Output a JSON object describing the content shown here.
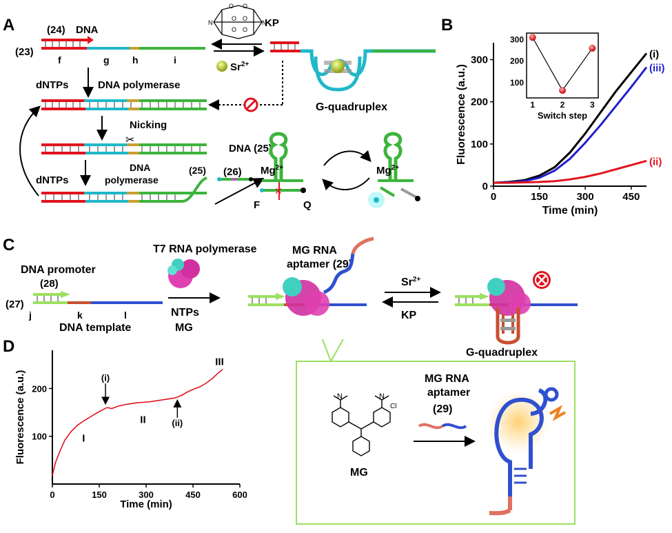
{
  "panels": {
    "A": "A",
    "B": "B",
    "C": "C",
    "D": "D"
  },
  "panel_a": {
    "num_24": "(24)",
    "dna": "DNA",
    "num_23": "(23)",
    "seg_f": "f",
    "seg_g": "g",
    "seg_h": "h",
    "seg_i": "i",
    "kp": "KP",
    "sr": "Sr",
    "sr_sup": "2+",
    "dntps_1": "dNTPs",
    "dna_polymerase_1": "DNA polymerase",
    "g_quadruplex": "G-quadruplex",
    "nicking": "Nicking",
    "dntps_2": "dNTPs",
    "dna_pol_2a": "DNA",
    "dna_pol_2b": "polymerase",
    "num_25a": "(25)",
    "dna_25": "DNA (25)",
    "num_26": "(26)",
    "mg": "Mg",
    "mg_sup": "2+",
    "f": "F",
    "q": "Q",
    "crown_o": "O",
    "crown_n": "N"
  },
  "panel_c": {
    "t7": "T7 RNA polymerase",
    "dna_promoter": "DNA promoter",
    "num_28": "(28)",
    "num_27": "(27)",
    "seg_j": "j",
    "seg_k": "k",
    "seg_l": "l",
    "dna_template": "DNA template",
    "ntps": "NTPs",
    "mg": "MG",
    "aptamer_1": "MG RNA",
    "aptamer_2": "aptamer (29)",
    "sr": "Sr",
    "sr_sup": "2+",
    "kp": "KP",
    "g_quadruplex": "G-quadruplex",
    "inset_aptamer_1": "MG RNA",
    "inset_aptamer_2": "aptamer",
    "inset_num": "(29)",
    "mg_label": "MG",
    "cl": "Cl",
    "n_plus": "N"
  },
  "chart_data": [
    {
      "type": "line",
      "panel": "B",
      "xlabel": "Time (min)",
      "ylabel": "Fluorescence (a.u.)",
      "xlim": [
        0,
        500
      ],
      "ylim": [
        0,
        340
      ],
      "xticks": [
        0,
        150,
        300,
        450
      ],
      "yticks": [
        0,
        100,
        200,
        300
      ],
      "series": [
        {
          "name": "(i)",
          "color": "#000000",
          "x": [
            0,
            50,
            100,
            150,
            200,
            250,
            300,
            350,
            400,
            450,
            500
          ],
          "y": [
            8,
            10,
            14,
            25,
            45,
            80,
            125,
            175,
            225,
            270,
            315
          ]
        },
        {
          "name": "(iii)",
          "color": "#1f1fcc",
          "x": [
            0,
            50,
            100,
            150,
            200,
            250,
            300,
            350,
            400,
            450,
            500
          ],
          "y": [
            8,
            9,
            12,
            20,
            37,
            65,
            103,
            145,
            190,
            235,
            282
          ]
        },
        {
          "name": "(ii)",
          "color": "#e0141e",
          "x": [
            0,
            50,
            100,
            150,
            200,
            250,
            300,
            350,
            400,
            450,
            500
          ],
          "y": [
            8,
            8,
            9,
            10,
            12,
            16,
            22,
            30,
            40,
            50,
            60
          ]
        }
      ],
      "inset": {
        "type": "scatter",
        "xlabel": "Switch step",
        "xticks": [
          1,
          2,
          3
        ],
        "yticks": [
          100,
          200,
          300
        ],
        "ylim": [
          30,
          330
        ],
        "x": [
          1,
          2,
          3
        ],
        "y": [
          310,
          65,
          260
        ],
        "color": "#e0141e"
      }
    },
    {
      "type": "line",
      "panel": "D",
      "xlabel": "Time (min)",
      "ylabel": "Fluorescence (a.u.)",
      "xlim": [
        0,
        600
      ],
      "ylim": [
        0,
        280
      ],
      "xticks": [
        0,
        150,
        300,
        450,
        600
      ],
      "yticks": [
        100,
        200
      ],
      "series": [
        {
          "name": "",
          "color": "#e0141e",
          "x": [
            0,
            10,
            25,
            40,
            60,
            80,
            100,
            120,
            140,
            160,
            175,
            190,
            210,
            230,
            250,
            270,
            290,
            310,
            330,
            350,
            370,
            390,
            400,
            415,
            430,
            450,
            470,
            490,
            510,
            530,
            545
          ],
          "y": [
            18,
            45,
            70,
            92,
            110,
            123,
            132,
            140,
            148,
            155,
            160,
            158,
            163,
            166,
            168,
            170,
            171,
            172,
            174,
            176,
            178,
            180,
            182,
            186,
            192,
            198,
            203,
            210,
            220,
            232,
            240
          ]
        }
      ],
      "annotations": [
        {
          "text": "(i)",
          "x": 170
        },
        {
          "text": "(ii)",
          "x": 400
        },
        {
          "text": "I",
          "x": 100
        },
        {
          "text": "II",
          "x": 290
        },
        {
          "text": "III",
          "x": 535
        }
      ]
    }
  ]
}
